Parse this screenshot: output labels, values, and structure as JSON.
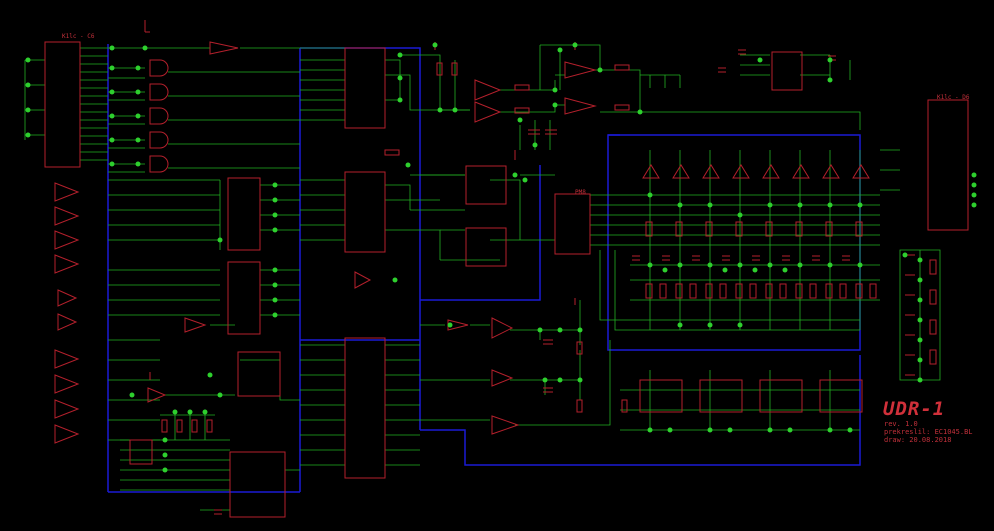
{
  "title_block": {
    "title": "UDR-1",
    "revision": "rev. 1.0",
    "redrawn_by": "prekreslil: EC1045.BL",
    "date": "draw: 20.08.2018"
  },
  "labels": {
    "connector_left": "K1lc - C6",
    "connector_right": "K1lc - D6",
    "mid_ic": "PM8"
  },
  "colors": {
    "background": "#000000",
    "wire": "#22b022",
    "bus": "#1a1ad6",
    "part": "#b4202c",
    "junction": "#2ed02e",
    "text": "#c0303a"
  }
}
